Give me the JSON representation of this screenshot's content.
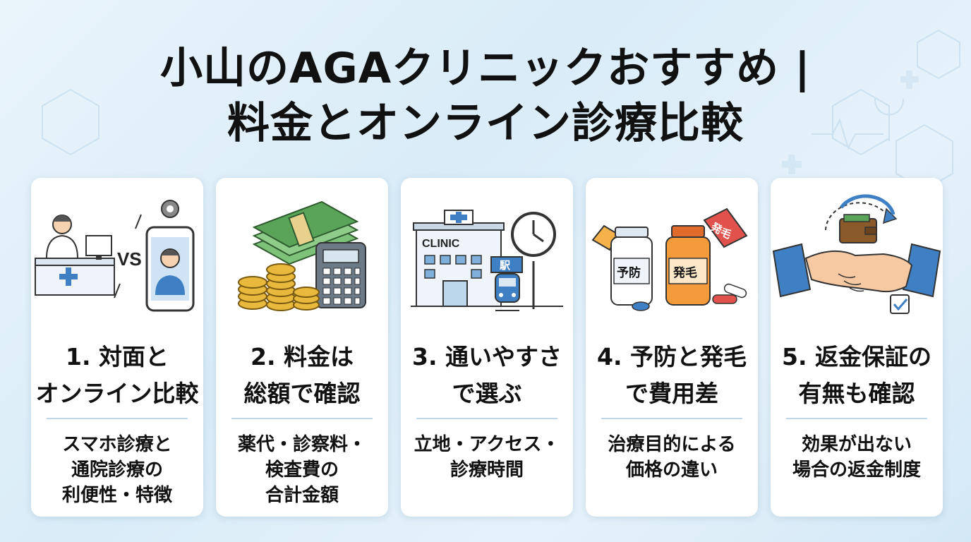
{
  "title": {
    "line1": "小山のAGAクリニックおすすめ |",
    "line2": "料金とオンライン診療比較"
  },
  "colors": {
    "accent_blue": "#3f7fc4",
    "money_green": "#5aa45a",
    "coin_gold": "#e8b93c",
    "tag_red": "#e0524b",
    "bottle_orange": "#f39a3b",
    "tag_orange": "#f5b24a"
  },
  "cards": [
    {
      "icon": "face-to-face-vs-online-icon",
      "illustration_text": "VS",
      "heading": [
        "1. 対面と",
        "オンライン比較"
      ],
      "description": [
        "スマホ診療と",
        "通院診療の",
        "利便性・特徴"
      ]
    },
    {
      "icon": "money-calculator-icon",
      "illustration_text": "",
      "heading": [
        "2. 料金は",
        "総額で確認"
      ],
      "description": [
        "薬代・診察料・",
        "検査費の",
        "合計金額"
      ]
    },
    {
      "icon": "clinic-station-clock-icon",
      "illustration_text": "CLINIC",
      "illustration_text2": "駅",
      "heading": [
        "3. 通いやすさ",
        "で選ぶ"
      ],
      "description": [
        "立地・アクセス・",
        "診療時間"
      ]
    },
    {
      "icon": "medicine-bottles-icon",
      "illustration_text": "予防",
      "illustration_text2": "発毛",
      "illustration_text3": "発毛",
      "heading": [
        "4. 予防と発毛",
        "で費用差"
      ],
      "description": [
        "治療目的による",
        "価格の違い"
      ]
    },
    {
      "icon": "handshake-refund-icon",
      "illustration_text": "",
      "heading": [
        "5. 返金保証の",
        "有無も確認"
      ],
      "description": [
        "効果が出ない",
        "場合の返金制度"
      ]
    }
  ]
}
